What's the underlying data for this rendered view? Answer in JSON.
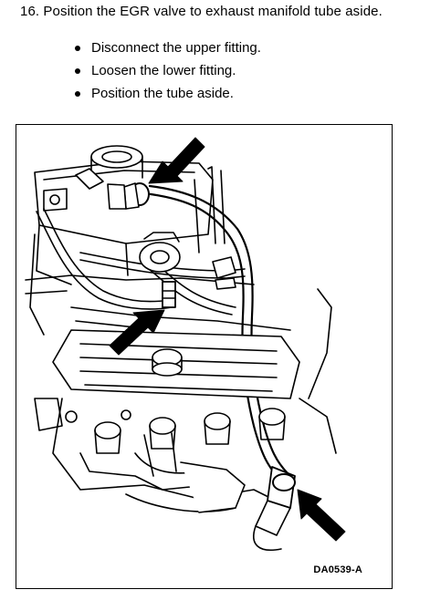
{
  "step": {
    "text": "16. Position the EGR valve to exhaust manifold tube aside."
  },
  "bullets": [
    "Disconnect the upper fitting.",
    "Loosen the lower fitting.",
    "Position the tube aside."
  ],
  "figure": {
    "id": "DA0539-A",
    "callouts": [
      "arrow-icon",
      "arrow-icon",
      "arrow-icon"
    ]
  }
}
